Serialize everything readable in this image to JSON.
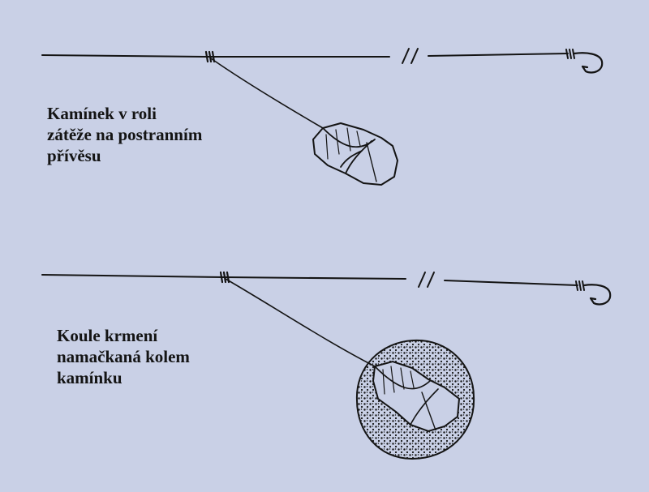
{
  "diagram": {
    "ink_color": "#141414",
    "background_color": "#c9d0e6",
    "top_rig": {
      "caption_lines": [
        "Kamínek v roli",
        "zátěže na postranním",
        "přívěsu"
      ]
    },
    "bottom_rig": {
      "caption_lines": [
        "Koule krmení",
        "namačkaná kolem",
        "kamínku"
      ]
    }
  }
}
